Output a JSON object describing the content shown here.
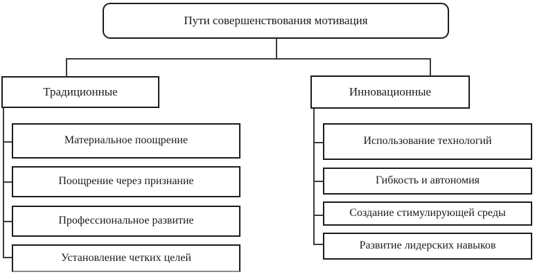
{
  "diagram": {
    "root": {
      "label": "Пути совершенствования мотивация"
    },
    "branches": [
      {
        "label": "Традиционные",
        "items": [
          "Материальное поощрение",
          "Поощрение через признание",
          "Профессиональное развитие",
          "Установление четких целей"
        ]
      },
      {
        "label": "Инновационные",
        "items": [
          "Использование технологий",
          "Гибкость и автономия",
          "Создание стимулирующей среды",
          "Развитие лидерских навыков"
        ]
      }
    ]
  },
  "colors": {
    "background": "#ffffff",
    "box_border": "#1a1a1a",
    "connector": "#3a3a3a",
    "text": "#1a1a1a"
  }
}
